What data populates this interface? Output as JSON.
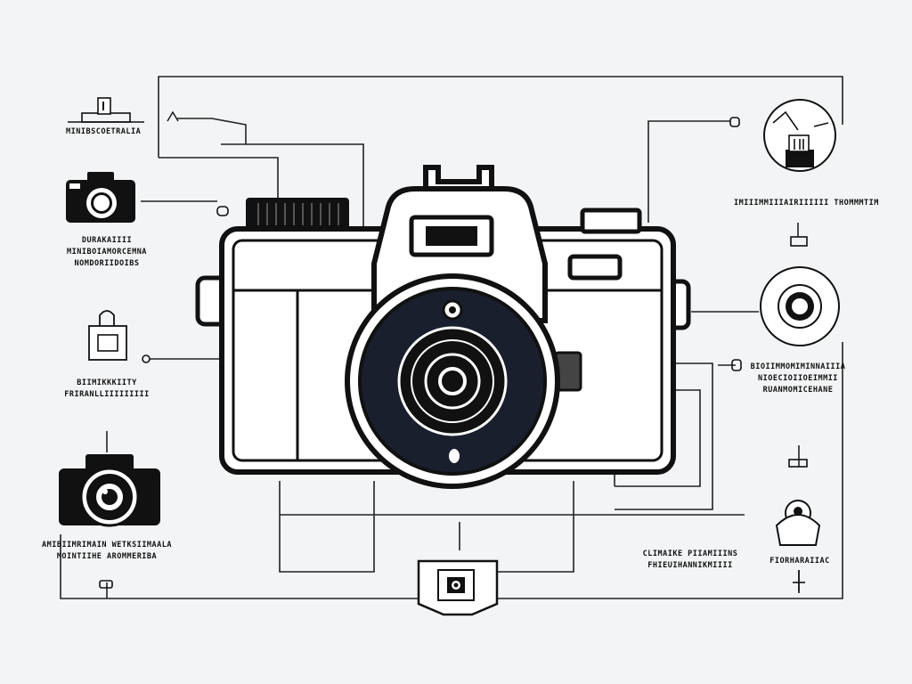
{
  "labels": {
    "top_left": [
      "MINIBSCOETRALIA"
    ],
    "left_camera": [
      "DURAKAIIII",
      "MINIBOIAMORCEMNA",
      "NOMDORIIDOIBS"
    ],
    "left_lock": [
      "BIIMIKKKIITY",
      "FRIRANLLIIIIIIIII"
    ],
    "bottom_left": [
      "AMIBIIMRIMAIN WETKSIIMAALA",
      "MOINTIIHE AROMMERIBA"
    ],
    "top_right": [
      "IMIIIMMIIIAIRIIIIII THOMMMTIM"
    ],
    "right_mid": [
      "BIOIIMMOMIMINNAIIIA",
      "NIOECIOIIOEIMMII",
      "RUANMOMICEHANE"
    ],
    "bottom_mid": [
      "CLIMAIKE PIIAMIIINS",
      "FHIEUIHANNIKMIIII"
    ],
    "bottom_right": [
      "FIORHARAIIAC"
    ]
  },
  "icons": [
    "mini-camera-icon",
    "padlock-icon",
    "dslr-camera-icon",
    "box-icon",
    "magnifier-icon",
    "lens-icon",
    "user-icon",
    "photo-badge-icon",
    "plug-icon"
  ],
  "colors": {
    "background": "#f3f4f5",
    "ink": "#111111",
    "lens_fill": "#1a1f2e",
    "line": "#222222"
  }
}
